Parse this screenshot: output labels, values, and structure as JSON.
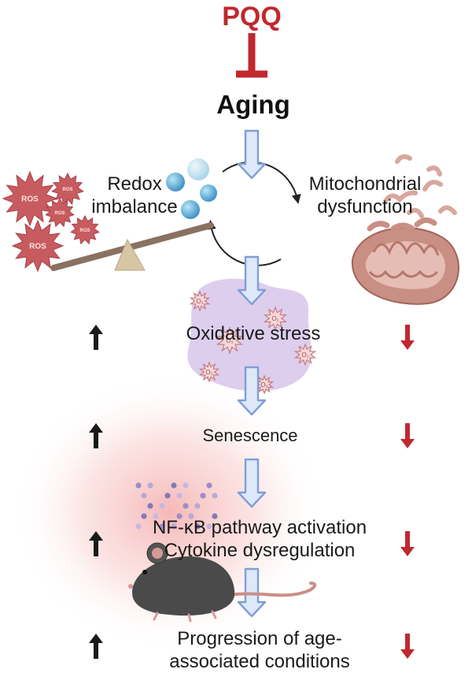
{
  "title": "PQQ",
  "top_node": "Aging",
  "left_node": "Redox\nimbalance",
  "right_node": "Mitochondrial\ndysfunction",
  "ros_label": "ROS",
  "o2_label": "O₂",
  "steps": [
    {
      "label": "Oxidative stress",
      "left_trend": "up",
      "right_trend": "down"
    },
    {
      "label": "Senescence",
      "left_trend": "up",
      "right_trend": "down"
    },
    {
      "label": "NF-κB pathway activation\nCytokine dysregulation",
      "left_trend": "up",
      "right_trend": "down"
    },
    {
      "label": "Progression of age-\nassociated conditions",
      "left_trend": "up",
      "right_trend": "down"
    }
  ],
  "colors": {
    "inhibitor": "#c0282d",
    "flow_arrow_fill": "#dde8f8",
    "flow_arrow_stroke": "#7f9fd6",
    "up_arrow": "#1a1a1a",
    "down_arrow": "#c0282d",
    "ros": "#c85b5f",
    "cell": "#d9c9ec",
    "mitochondrion": "#c98f85"
  },
  "icons": [
    "inhibition-t-bar-icon",
    "ros-burst-icon",
    "seesaw-icon",
    "water-droplet-icon",
    "mitochondrion-icon",
    "cell-icon",
    "superoxide-icon",
    "cytokine-dots-icon",
    "mouse-icon",
    "up-arrow-icon",
    "down-arrow-icon"
  ]
}
